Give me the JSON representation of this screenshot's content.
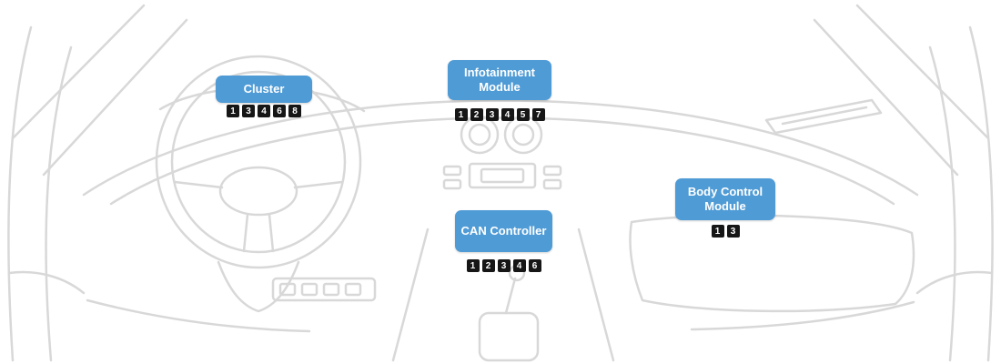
{
  "colors": {
    "module_blue": "#4F9BD5",
    "pin_black": "#161616",
    "line_gray": "#D8D8D8",
    "label_white": "#FFFFFF"
  },
  "modules": [
    {
      "id": "cluster",
      "label": "Cluster",
      "pins": [
        "1",
        "3",
        "4",
        "6",
        "8"
      ]
    },
    {
      "id": "infotainment-module",
      "label": "Infotainment Module",
      "pins": [
        "1",
        "2",
        "3",
        "4",
        "5",
        "7"
      ]
    },
    {
      "id": "can-controller",
      "label": "CAN Controller",
      "pins": [
        "1",
        "2",
        "3",
        "4",
        "6"
      ]
    },
    {
      "id": "body-control-module",
      "label": "Body Control Module",
      "pins": [
        "1",
        "3"
      ]
    }
  ]
}
